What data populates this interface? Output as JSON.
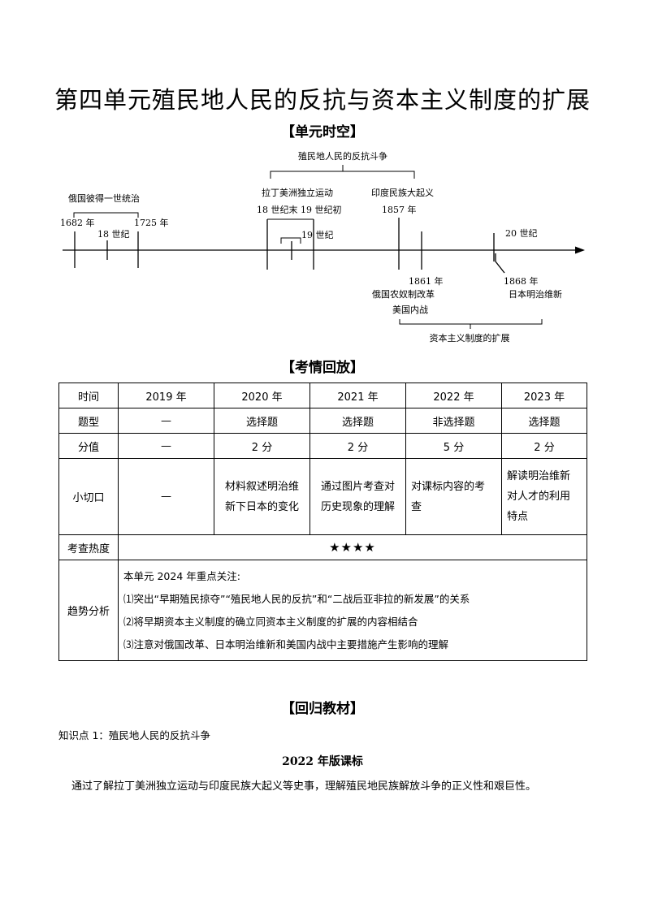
{
  "title": "第四单元殖民地人民的反抗与资本主义制度的扩展",
  "sections": {
    "timeline": "【单元时空】",
    "exam": "【考情回放】",
    "textbook": "【回归教材】"
  },
  "timeline": {
    "top_brace_label": "殖民地人民的反抗斗争",
    "peter_rule": "俄国彼得一世统治",
    "y1682": "1682 年",
    "c18": "18 世纪",
    "y1725": "1725 年",
    "latam": "拉丁美洲独立运动",
    "latam_time": "18 世纪末 19 世纪初",
    "c19": "19 世纪",
    "india": "印度民族大起义",
    "y1857": "1857 年",
    "y1861": "1861 年",
    "russia_reform": "俄国农奴制改革",
    "us_civil_war": "美国内战",
    "c20": "20 世纪",
    "y1868": "1868 年",
    "meiji": "日本明治维新",
    "bottom_brace_label": "资本主义制度的扩展"
  },
  "exam_table": {
    "header": [
      "时间",
      "2019 年",
      "2020 年",
      "2021 年",
      "2022 年",
      "2023 年"
    ],
    "type_row": [
      "题型",
      "—",
      "选择题",
      "选择题",
      "非选择题",
      "选择题"
    ],
    "score_row": [
      "分值",
      "—",
      "2 分",
      "2 分",
      "5 分",
      "2 分"
    ],
    "angle_row": {
      "label": "小切口",
      "y2019": "—",
      "y2020": [
        "材料叙述明治维",
        "新下日本的变化"
      ],
      "y2021": [
        "通过图片考查对",
        "历史现象的理解"
      ],
      "y2022": [
        "对课标内容的考",
        "查"
      ],
      "y2023": [
        "解读明治维新",
        "对人才的利用",
        "特点"
      ]
    },
    "heat_row": {
      "label": "考查热度",
      "value": "★★★★"
    },
    "trend_row": {
      "label": "趋势分析",
      "lines": [
        "本单元 2024 年重点关注:",
        "⑴突出“早期殖民掠夺”“殖民地人民的反抗”和“二战后亚非拉的新发展”的关系",
        "⑵将早期资本主义制度的确立同资本主义制度的扩展的内容相结合",
        "⑶注意对俄国改革、日本明治维新和美国内战中主要措施产生影响的理解"
      ]
    }
  },
  "knowledge_point": "知识点 1：殖民地人民的反抗斗争",
  "standard_title": "2022 年版课标",
  "standard_text": "通过了解拉丁美洲独立运动与印度民族大起义等史事，理解殖民地民族解放斗争的正义性和艰巨性。"
}
